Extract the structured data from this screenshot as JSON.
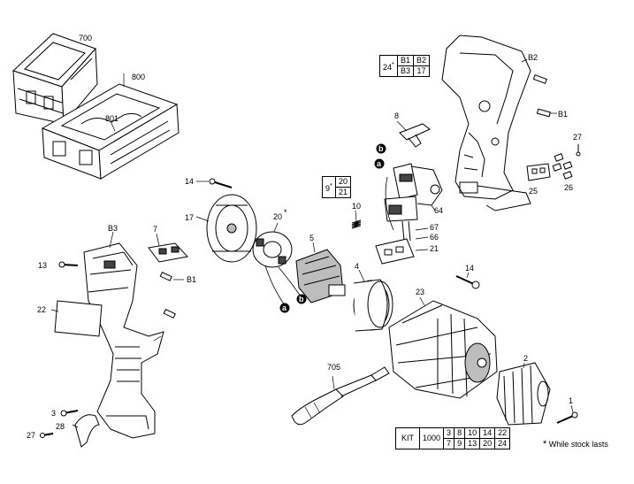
{
  "colors": {
    "ink": "#000000",
    "shade": "#bdbdbd",
    "mid": "#8c8c8c",
    "dark": "#444444"
  },
  "labels": {
    "p700": "700",
    "p800": "800",
    "p801": "801",
    "pB2": "B2",
    "pB1_right": "B1",
    "p8": "8",
    "p27_right": "27",
    "p25": "25",
    "p26": "26",
    "p10": "10",
    "p64": "64",
    "p67": "67",
    "p66": "66",
    "p21": "21",
    "p14_top": "14",
    "p17": "17",
    "p20": "20",
    "p5": "5",
    "pB3": "B3",
    "p7": "7",
    "p13": "13",
    "pB1_left": "B1",
    "p22": "22",
    "p4": "4",
    "p14_right": "14",
    "p23": "23",
    "p705": "705",
    "p2": "2",
    "p1": "1",
    "p3": "3",
    "p28": "28",
    "p27_left": "27"
  },
  "callouts": {
    "a": "a",
    "b": "b"
  },
  "table24": {
    "num": "24",
    "star": "*",
    "r1": [
      "B1",
      "B2"
    ],
    "r2": [
      "B3",
      "17"
    ]
  },
  "table9": {
    "num": "9",
    "star": "*",
    "r1": "20",
    "r2": "21"
  },
  "star20": "*",
  "kit": {
    "label": "KIT",
    "num": "1000",
    "row1": [
      "3",
      "8",
      "10",
      "14",
      "22"
    ],
    "row2": [
      "7",
      "9",
      "13",
      "20",
      "24"
    ]
  },
  "footnote": {
    "star": "*",
    "text": "While stock lasts"
  }
}
